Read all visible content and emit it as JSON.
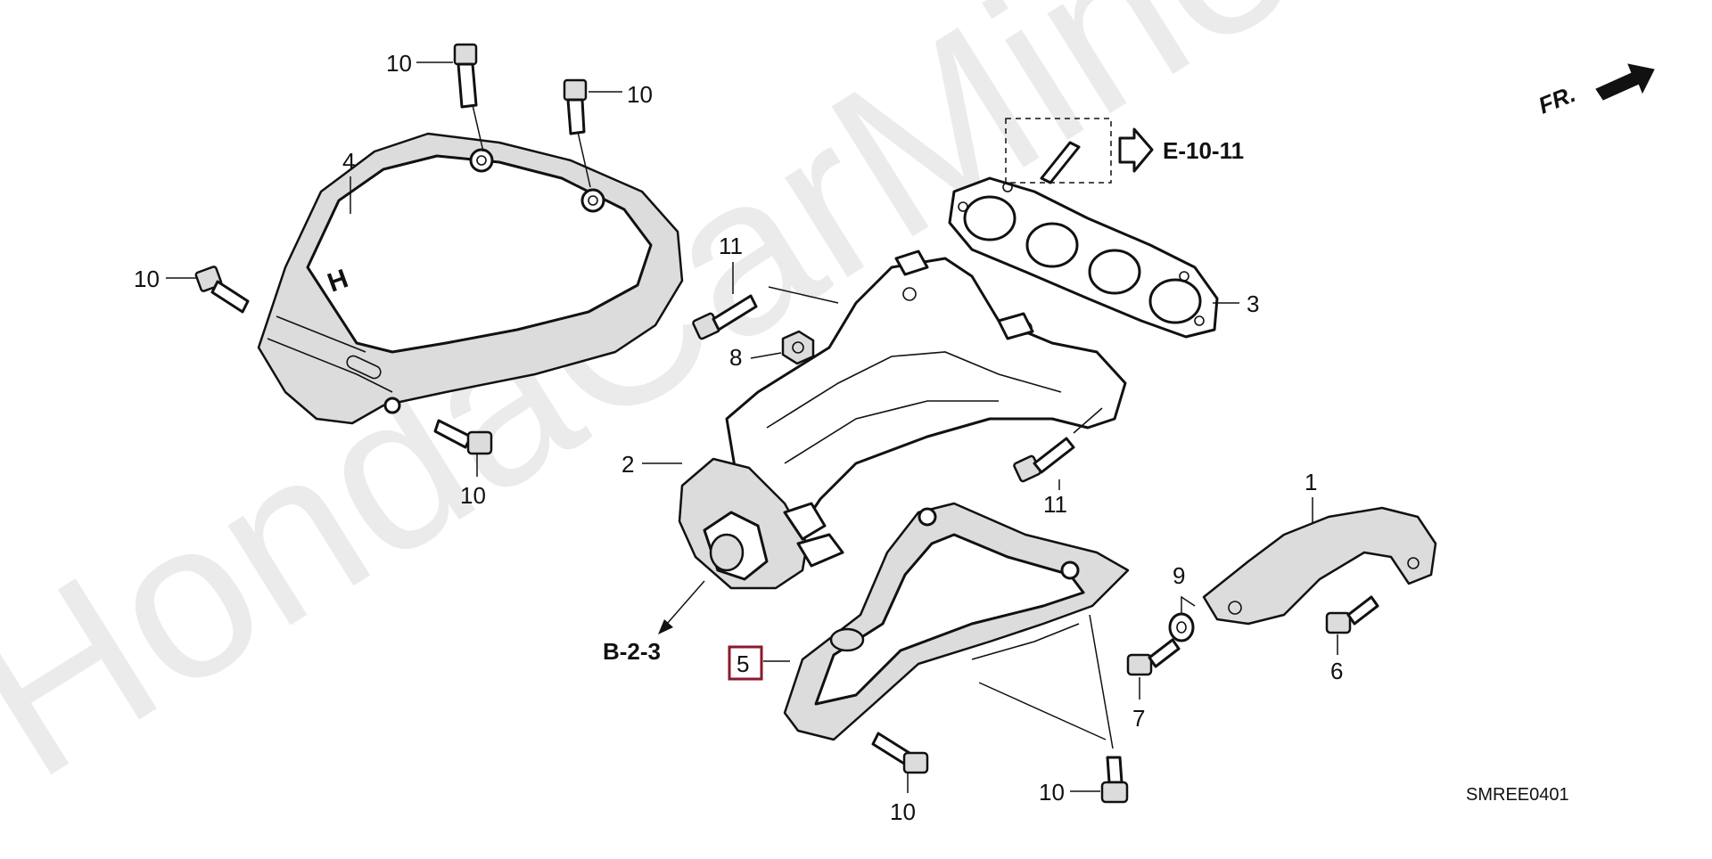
{
  "diagram": {
    "watermark": "HondaCarMine.ru",
    "code": "SMREE0401",
    "direction": "FR.",
    "refs": {
      "exhaust_pipe": "E-10-11",
      "mount": "B-2-3"
    },
    "parts": {
      "p1": "1",
      "p2": "2",
      "p3": "3",
      "p4": "4",
      "p5": "5",
      "p6": "6",
      "p7": "7",
      "p8": "8",
      "p9": "9",
      "p10": "10",
      "p11": "11"
    }
  }
}
